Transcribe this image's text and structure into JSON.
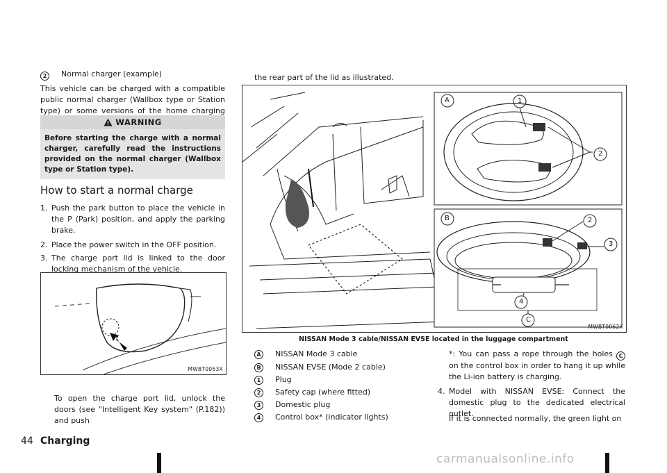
{
  "left_col": {
    "item2_marker": "2",
    "item2_text": "Normal charger (example)",
    "intro": "This vehicle can be charged with a compatible public normal charger (Wallbox type or Station type) or some versions of the home charging units.",
    "warning_title": "WARNING",
    "warning_text": "Before starting the charge with a normal charger, carefully read the instructions provided on the normal charger (Wallbox type or Station type).",
    "heading": "How to start a normal charge",
    "steps": [
      {
        "num": "1.",
        "text": "Push the park button to place the vehicle in the P (Park) position, and apply the parking brake."
      },
      {
        "num": "2.",
        "text": "Place the power switch in the OFF position."
      },
      {
        "num": "3.",
        "text": "The charge port lid is linked to the door locking mechanism of the vehicle."
      }
    ],
    "fig1_code": "MWBT0053X",
    "after_fig": "To open the charge port lid, unlock the doors (see \"Intelligent Key system\" (P.182)) and push"
  },
  "middle": {
    "top_text": "the rear part of the lid as illustrated.",
    "fig2_code": "MWBT0062X",
    "fig2_caption": "NISSAN Mode 3 cable/NISSAN EVSE located in the luggage compartment",
    "fig2_labels": {
      "a": "A",
      "b": "B",
      "c": "C",
      "n1": "1",
      "n2": "2",
      "n2b": "2",
      "n3": "3",
      "n4": "4"
    },
    "legend": [
      {
        "marker": "A",
        "text": "NISSAN Mode 3 cable"
      },
      {
        "marker": "B",
        "text": "NISSAN EVSE (Mode 2 cable)"
      },
      {
        "marker": "1",
        "text": "Plug"
      },
      {
        "marker": "2",
        "text": "Safety cap (where fitted)"
      },
      {
        "marker": "3",
        "text": "Domestic plug"
      },
      {
        "marker": "4",
        "text": "Control box* (indicator lights)"
      }
    ]
  },
  "right_col": {
    "note_pre": "*: You can pass a rope through the holes",
    "note_marker": "C",
    "note_post": "on the control box in order to hang it up while the Li-ion battery is charging.",
    "step4_num": "4.",
    "step4_text": "Model with NISSAN EVSE: Connect the domestic plug to the dedicated electrical outlet.",
    "step4_cont": "If it is connected normally, the green light on"
  },
  "footer": {
    "page_num": "44",
    "section": "Charging"
  },
  "watermark": "carmanualsonline.info"
}
